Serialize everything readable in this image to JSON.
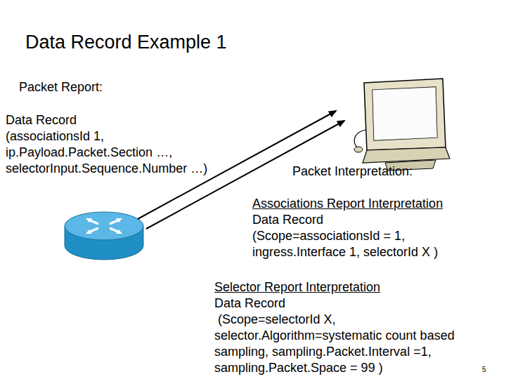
{
  "diagram": {
    "title": "Data Record Example 1",
    "labels": [
      "Packet Report:",
      "Data Record",
      "(associationsId 1, ip.Payload.Packet.Section …, selectorInput.Sequence.Number …)",
      "Packet Interpretation:",
      "Associations Report Interpretation",
      "Data Record",
      "(Scope=associationsId = 1, ingress.Interface 1, selectorId X )",
      "Selector Report Interpretation",
      "Data Record",
      "(Scope=selectorId X, selector.Algorithm=systematic count based sampling, sampling.Packet.Interval =1, sampling.Packet.Space = 99 )",
      "5"
    ]
  }
}
